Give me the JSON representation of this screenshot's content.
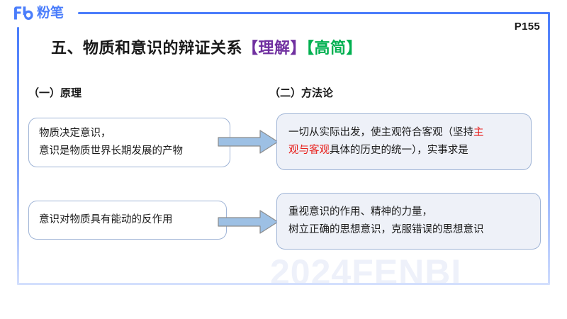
{
  "brand": {
    "logo_icon": "fenbi-logo-icon",
    "logo_text": "粉笔"
  },
  "header": {
    "title_main": "五、物质和意识的辩证关系",
    "title_tag_purple": "【理解】",
    "title_tag_green": "【高简】",
    "page_number": "P155",
    "accent_color": "#4a7dfb",
    "purple_color": "#7030a0",
    "green_color": "#00b050"
  },
  "watermark": {
    "text": "2024FENBI"
  },
  "sections": {
    "left_heading": "（一）原理",
    "right_heading": "（二）方法论"
  },
  "rows": [
    {
      "principle": {
        "line1": "物质决定意识，",
        "line2": "意识是物质世界长期发展的产物"
      },
      "arrow_icon": "right-arrow-icon",
      "method": {
        "line1_a": "一切从实际出发，使主观符合客观（坚持",
        "line1_red": "主",
        "line2_red": "观与客观",
        "line2_b": "具体的历史的统一），实事求是"
      }
    },
    {
      "principle": {
        "line1": "意识对物质具有能动的反作用",
        "line2": ""
      },
      "arrow_icon": "right-arrow-icon",
      "method": {
        "line1_a": "重视意识的作用、精神的力量，",
        "line1_red": "",
        "line2_red": "",
        "line2_b": "树立正确的思想意识，克服错误的思想意识"
      }
    }
  ],
  "colors": {
    "box_border": "#9fb4d6",
    "box_right_fill": "#eef1f8",
    "arrow_fill": "#9dc0e4",
    "arrow_stroke": "#8c8c8c",
    "highlight_red": "#e8201c"
  }
}
